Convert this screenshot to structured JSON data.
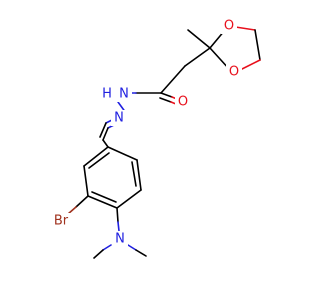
{
  "colors": {
    "carbon": "#000000",
    "oxygen": "#e8101c",
    "nitrogen": "#2020e0",
    "bromine": "#a0321e",
    "background": "#ffffff"
  },
  "atoms": {
    "o_ring_top": "O",
    "o_ring_bottom": "O",
    "o_carbonyl": "O",
    "n_hydrazide": "N",
    "h_hydrazide": "H",
    "n_imine": "N",
    "br": "Br",
    "n_amine": "N"
  }
}
